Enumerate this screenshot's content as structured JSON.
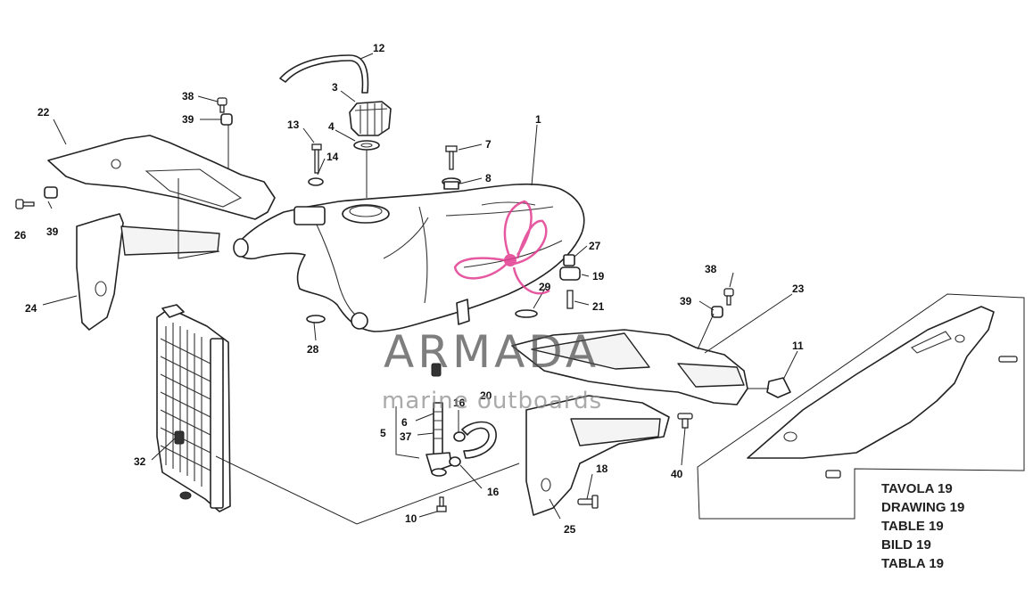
{
  "watermark": {
    "brand": "ARMADA",
    "tagline": "marine outboards",
    "accent_color": "#e23c8f"
  },
  "caption": [
    "TAVOLA 19",
    "DRAWING 19",
    "TABLE 19",
    "BILD 19",
    "TABLA 19"
  ],
  "callouts": {
    "c1": "1",
    "c3": "3",
    "c4": "4",
    "c5": "5",
    "c6": "6",
    "c7": "7",
    "c8": "8",
    "c10": "10",
    "c11": "11",
    "c12": "12",
    "c13": "13",
    "c14": "14",
    "c16a": "16",
    "c16b": "16",
    "c18": "18",
    "c19": "19",
    "c20": "20",
    "c21": "21",
    "c22": "22",
    "c23": "23",
    "c24": "24",
    "c25": "25",
    "c26": "26",
    "c27": "27",
    "c28": "28",
    "c29": "29",
    "c32": "32",
    "c37": "37",
    "c38a": "38",
    "c38b": "38",
    "c39a": "39",
    "c39b": "39",
    "c39c": "39",
    "c40": "40"
  }
}
